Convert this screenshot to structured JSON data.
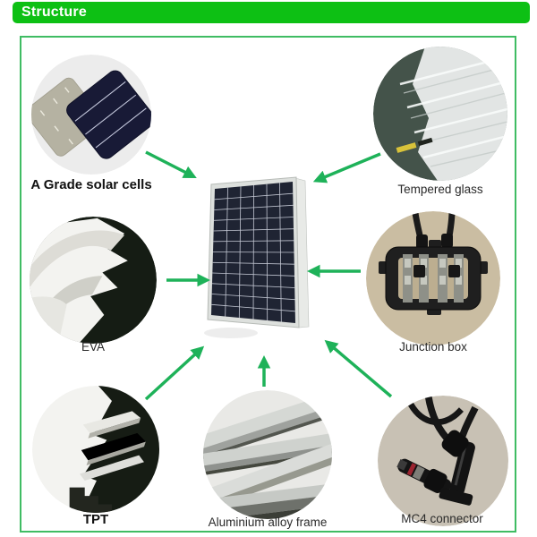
{
  "header": {
    "title": "Structure"
  },
  "colors": {
    "header_green": "#0dc014",
    "border_green": "#3fbc63",
    "arrow_green": "#1eb259"
  },
  "diagram": {
    "center_image": "solar-panel-photo",
    "components": [
      {
        "label": "A Grade solar cells",
        "image": "a-grade-solar-cells-photo",
        "bold": true
      },
      {
        "label": "Tempered glass",
        "image": "tempered-glass-photo",
        "bold": false
      },
      {
        "label": "EVA",
        "image": "eva-film-photo",
        "bold": false
      },
      {
        "label": "Junction box",
        "image": "junction-box-photo",
        "bold": false
      },
      {
        "label": "TPT",
        "image": "tpt-backsheet-photo",
        "bold": true
      },
      {
        "label": "Aluminium alloy frame",
        "image": "aluminium-alloy-frame-photo",
        "bold": false
      },
      {
        "label": "MC4 connector",
        "image": "mc4-connector-photo",
        "bold": false
      }
    ]
  }
}
